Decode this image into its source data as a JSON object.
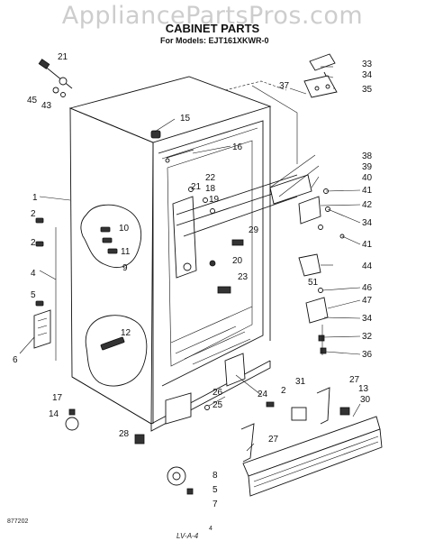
{
  "watermark": "AppliancePartsPros.com",
  "title": "CABINET PARTS",
  "subtitle": "For Models: EJT161XKWR-0",
  "footer_left": "877202",
  "footer_center": "4",
  "footer_signature": "LV-A-4",
  "callouts": {
    "n1": "1",
    "n2": "2",
    "n4": "4",
    "n5": "5",
    "n6": "6",
    "n7": "7",
    "n8": "8",
    "n9": "9",
    "n10": "10",
    "n11": "11",
    "n12": "12",
    "n13": "13",
    "n14": "14",
    "n15": "15",
    "n16": "16",
    "n17": "17",
    "n18": "18",
    "n19": "19",
    "n20": "20",
    "n21": "21",
    "n22": "22",
    "n23": "23",
    "n24": "24",
    "n25": "25",
    "n26": "26",
    "n27": "27",
    "n28": "28",
    "n29": "29",
    "n30": "30",
    "n31": "31",
    "n32": "32",
    "n33": "33",
    "n34": "34",
    "n35": "35",
    "n36": "36",
    "n37": "37",
    "n38": "38",
    "n39": "39",
    "n40": "40",
    "n41": "41",
    "n42": "42",
    "n43": "43",
    "n44": "44",
    "n45": "45",
    "n46": "46",
    "n47": "47",
    "n51": "51"
  }
}
